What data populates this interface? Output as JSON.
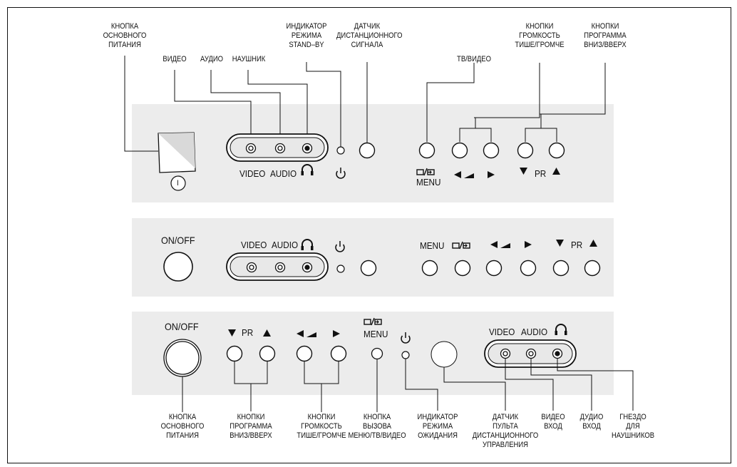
{
  "top_labels": {
    "main_power": "КНОПКА\nОСНОВНОГО\nПИТАНИЯ",
    "video": "ВИДЕО",
    "audio": "АУДИО",
    "headphone": "НАУШНИК",
    "standby": "ИНДИКАТОР\nРЕЖИМА\nSTAND–BY",
    "remote_sensor": "ДАТЧИК\nДИСТАНЦИОННОГО\nСИГНАЛА",
    "tv_video": "ТВ/ВИДЕО",
    "volume": "КНОПКИ\nГРОМКОСТЬ\nТИШЕ/ГРОМЧЕ",
    "program": "КНОПКИ\nПРОГРАММА\nВНИЗ/ВВЕРХ"
  },
  "panel1": {
    "video": "VIDEO",
    "audio": "AUDIO",
    "menu": "MENU",
    "pr": "PR",
    "power_symbol": "I"
  },
  "panel2": {
    "onoff": "ON/OFF",
    "video": "VIDEO",
    "audio": "AUDIO",
    "menu": "MENU",
    "pr": "PR"
  },
  "panel3": {
    "onoff": "ON/OFF",
    "pr": "PR",
    "menu": "MENU",
    "video": "VIDEO",
    "audio": "AUDIO"
  },
  "bottom_labels": {
    "main_power": "КНОПКА\nОСНОВНОГО\nПИТАНИЯ",
    "program": "КНОПКИ\nПРОГРАММА\nВНИЗ/ВВЕРХ",
    "volume": "КНОПКИ\nГРОМКОСТЬ\nТИШЕ/ГРОМЧЕ",
    "menu": "КНОПКА\nВЫЗОВА\nМЕНЮ/ТВ/ВИДЕО",
    "standby": "ИНДИКАТОР\nРЕЖИМА\nОЖИДАНИЯ",
    "remote_sensor": "ДАТЧИК\nПУЛЬТА\nДИСТАНЦИОННОГО\nУПРАВЛЕНИЯ",
    "video_in": "ВИДЕО\nВХОД",
    "audio_in": "ДУДИО\nВХОД",
    "headphone_jack": "ГНЕЗДО\nДЛЯ\nНАУШНИКОВ"
  }
}
